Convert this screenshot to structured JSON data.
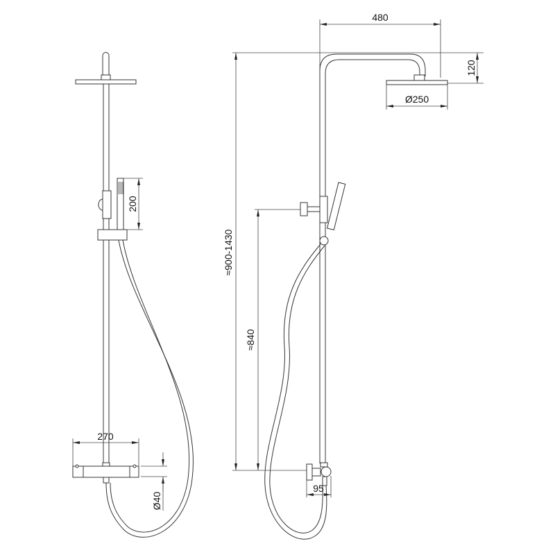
{
  "front_view": {
    "handset_length": "200",
    "thermostat_width": "270",
    "pipe_diameter": "Ø40"
  },
  "side_view": {
    "arm_reach": "480",
    "head_drop": "120",
    "head_diameter": "Ø250",
    "total_height": "≈900-1430",
    "bracket_height": "≈840",
    "valve_depth": "95"
  },
  "line_color": "#333333"
}
